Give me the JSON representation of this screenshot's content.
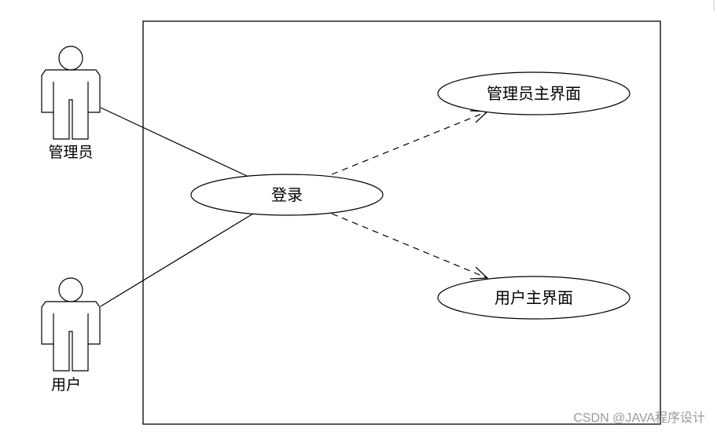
{
  "actors": [
    {
      "id": "admin",
      "label": "管理员"
    },
    {
      "id": "user",
      "label": "用户"
    }
  ],
  "use_cases": [
    {
      "id": "login",
      "label": "登录"
    },
    {
      "id": "admin_main",
      "label": "管理员主界面"
    },
    {
      "id": "user_main",
      "label": "用户主界面"
    }
  ],
  "associations": [
    {
      "from": "admin",
      "to": "login",
      "style": "solid"
    },
    {
      "from": "user",
      "to": "login",
      "style": "solid"
    },
    {
      "from": "login",
      "to": "admin_main",
      "style": "dashed-arrow"
    },
    {
      "from": "login",
      "to": "user_main",
      "style": "dashed-arrow"
    }
  ],
  "watermark": "CSDN @JAVA程序设计",
  "colors": {
    "line": "#000000",
    "background": "#ffffff",
    "watermark": "#9a9a9a"
  }
}
